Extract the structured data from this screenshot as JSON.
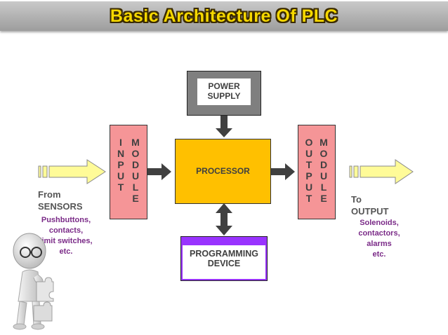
{
  "title": "Basic Architecture Of PLC",
  "blocks": {
    "power_supply": [
      "POWER",
      "SUPPLY"
    ],
    "processor": "PROCESSOR",
    "programming_device": [
      "PROGRAMMING",
      "DEVICE"
    ],
    "input_module": {
      "col1": [
        "I",
        "N",
        "P",
        "U",
        "T"
      ],
      "col2": [
        "M",
        "O",
        "D",
        "U",
        "L",
        "E"
      ]
    },
    "output_module": {
      "col1": [
        "O",
        "U",
        "T",
        "P",
        "U",
        "T"
      ],
      "col2": [
        "M",
        "O",
        "D",
        "U",
        "L",
        "E"
      ]
    }
  },
  "left": {
    "label": [
      "From",
      "SENSORS"
    ],
    "examples": [
      "Pushbuttons,",
      "contacts,",
      "limit switches,",
      "etc."
    ]
  },
  "right": {
    "label": [
      "To",
      "OUTPUT"
    ],
    "examples": [
      "Solenoids,",
      "contactors,",
      "alarms",
      "etc."
    ]
  },
  "colors": {
    "module": "#f59597",
    "processor": "#ffc000",
    "dark_frame": "#7f7f7f",
    "purple": "#9933ff",
    "arrow": "#404040",
    "input_arrow": "#fffb98",
    "examples_text": "#7a2a87",
    "title_text": "#f6d800"
  },
  "icons": [
    "thinking-figure-icon",
    "puzzle-piece-icon"
  ]
}
